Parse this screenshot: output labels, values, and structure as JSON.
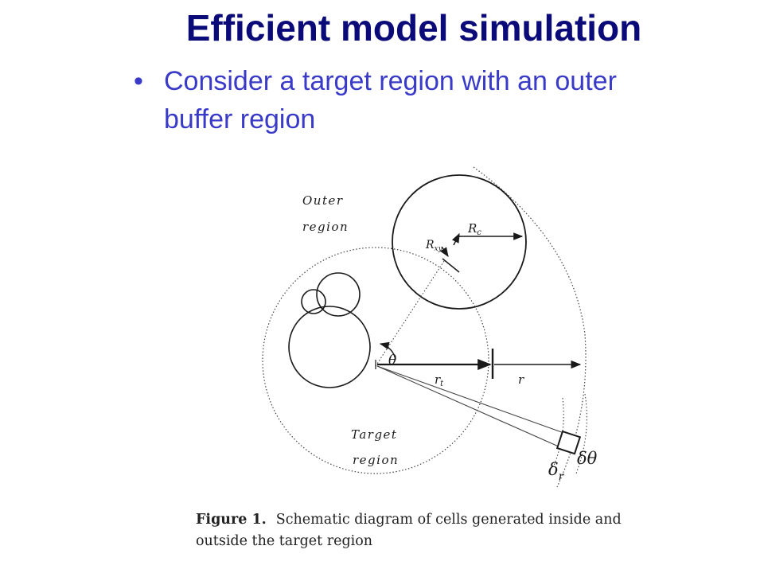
{
  "slide": {
    "title": "Efficient model simulation",
    "bullets": [
      {
        "text": "Consider a target region with an outer buffer region"
      }
    ]
  },
  "figure": {
    "labels": {
      "outer_region_line1": "Outer",
      "outer_region_line2": "region",
      "target_region_line1": "Target",
      "target_region_line2": "region",
      "theta": "θ",
      "r_t": "r",
      "r_t_sub": "t",
      "r": "r",
      "R_c": "R",
      "R_c_sub": "c",
      "R_xy": "R",
      "R_xy_sub": "xy",
      "delta_r": "δ",
      "delta_r_sub": "r",
      "delta_theta": "δθ"
    },
    "caption": {
      "label": "Figure 1.",
      "text": "Schematic diagram of cells generated inside and outside the target region"
    }
  },
  "colors": {
    "title": "#0a0a78",
    "bullet": "#3a3ac8",
    "ink": "#1a1a1a"
  }
}
